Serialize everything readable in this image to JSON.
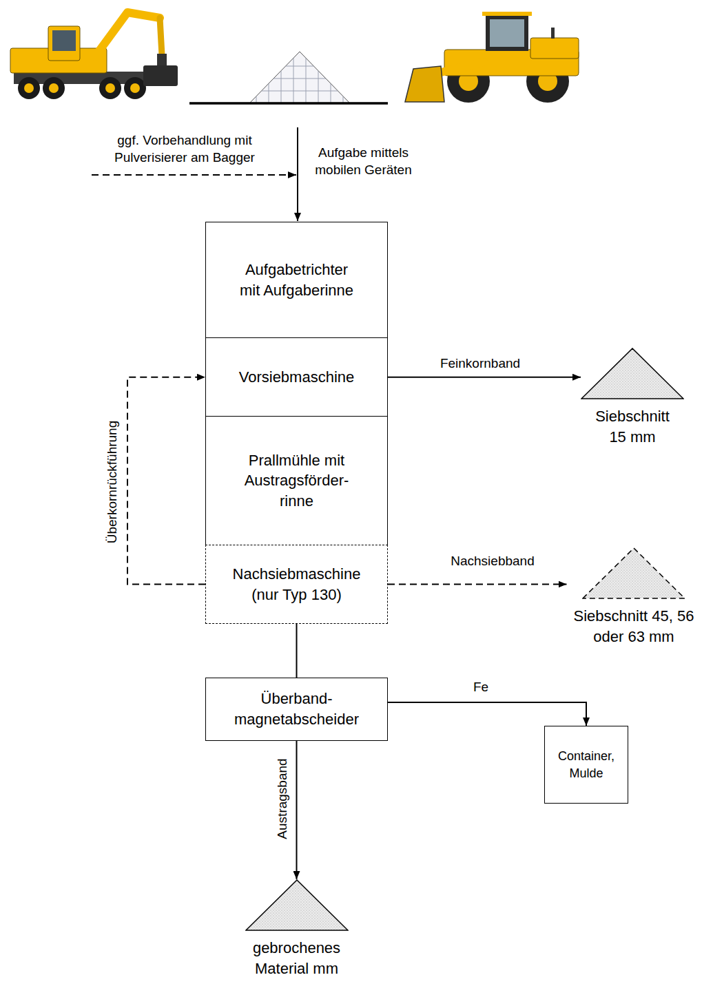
{
  "diagram": {
    "nodes": [
      {
        "text": [
          "Aufgabetrichter mit Aufgaberinne"
        ]
      },
      {
        "text": [
          "Vorsiebmaschine"
        ]
      },
      {
        "text": [
          "Siebschnitt 15 mm"
        ]
      },
      {
        "text": [
          "Prallmühle mit Austragsförder- rinne"
        ]
      },
      {
        "text": [
          "Nachsiebmaschine (nur Typ 130)"
        ]
      },
      {
        "text": [
          "Siebschnitt 45, 56 oder 63 mm"
        ]
      },
      {
        "text": [
          "Überband- magnetabscheider"
        ]
      },
      {
        "text": [
          "Container, Mulde"
        ]
      },
      {
        "text": [
          "gebrochenes Material mm"
        ]
      }
    ],
    "edges": [
      {
        "from": 1,
        "to": 2,
        "arrow": "to",
        "label": "Feinkornband"
      },
      {
        "from": 4,
        "to": 5,
        "arrow": "to",
        "label": "Nachsiebband"
      },
      {
        "from": 4,
        "to": 1,
        "arrow": "to",
        "label": "Überkornrückführung"
      },
      {
        "from": 4,
        "to": 6,
        "arrow": "none"
      },
      {
        "from": 6,
        "to": 7,
        "arrow": "to",
        "label": "Fe"
      },
      {
        "from": 6,
        "to": 8,
        "arrow": "to",
        "label": "Austragsband"
      }
    ],
    "labels": [
      "ggf. Vorbehandlung mit Pulverisierer am Bagger",
      "Aufgabe mittels mobilen Geräten"
    ]
  }
}
